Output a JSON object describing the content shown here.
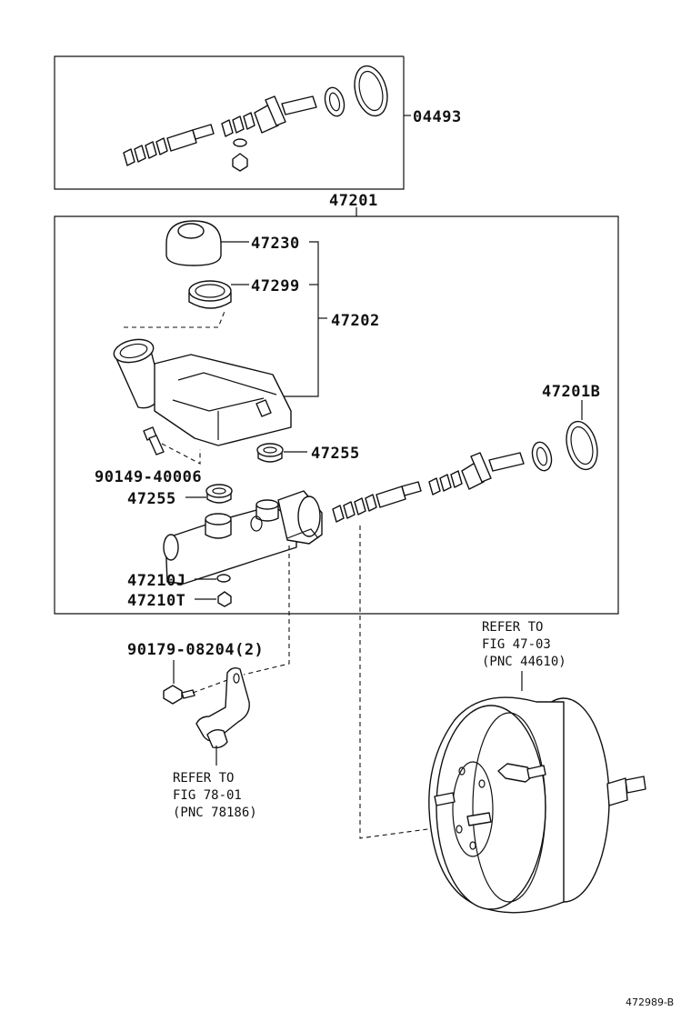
{
  "labels": {
    "p04493": "04493",
    "p47201": "47201",
    "p47230": "47230",
    "p47299": "47299",
    "p47202": "47202",
    "p47201B": "47201B",
    "p90149": "90149-40006",
    "p47255a": "47255",
    "p47255b": "47255",
    "p47210J": "47210J",
    "p47210T": "47210T",
    "p90179": "90179-08204(2)"
  },
  "refer_booster": [
    "REFER TO",
    "FIG 47-03",
    "(PNC 44610)"
  ],
  "refer_bracket": [
    "REFER TO",
    "FIG 78-01",
    "(PNC 78186)"
  ],
  "figure_id": "472989-B"
}
